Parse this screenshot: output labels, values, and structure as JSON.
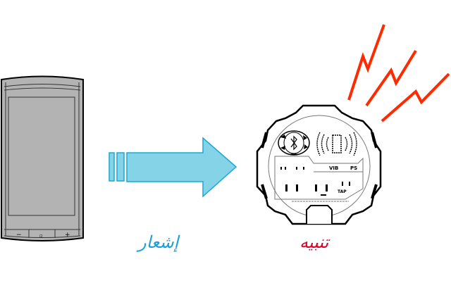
{
  "labels": {
    "notification": "إشعار",
    "alert": "تنبيه"
  },
  "phone": {
    "buttons": [
      "−",
      "▫",
      "+"
    ]
  },
  "watch": {
    "vib": "VIB",
    "ps": "PS",
    "tap": "TAP"
  },
  "colors": {
    "arrow_fill": "#85d3e6",
    "arrow_stroke": "#1aa8d2",
    "notification_text": "#1a9fd8",
    "alert_text": "#e0002a",
    "lightning": "#ff2a00",
    "phone_screen": "#b3b3b3"
  }
}
